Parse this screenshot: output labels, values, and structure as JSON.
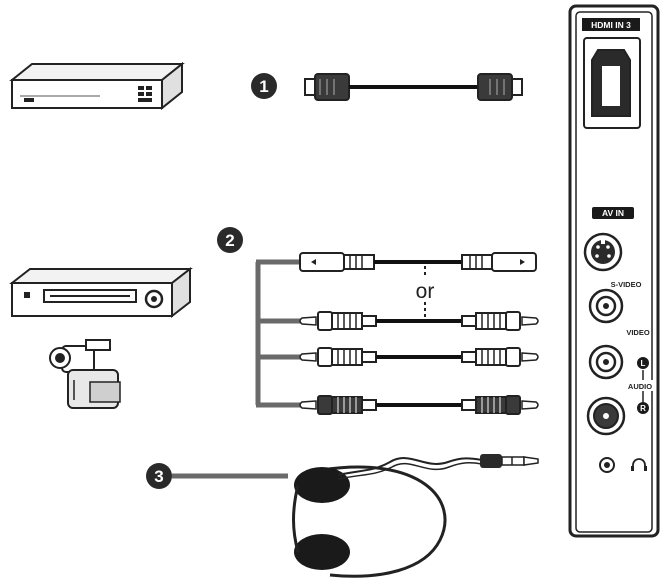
{
  "callouts": {
    "one": "1",
    "two": "2",
    "three": "3"
  },
  "or_text": "or",
  "panel": {
    "hdmi_label": "HDMI IN 3",
    "av_label": "AV IN",
    "svideo_label": "S-VIDEO",
    "video_label": "VIDEO",
    "audio_label": "AUDIO",
    "left_mark": "L",
    "right_mark": "R"
  },
  "icons": {
    "dvd_player": "dvd-player-icon",
    "vcr": "vcr-icon",
    "camcorder": "camcorder-icon",
    "headphones": "headphones-icon",
    "headphone_jack": "headphone-icon"
  }
}
